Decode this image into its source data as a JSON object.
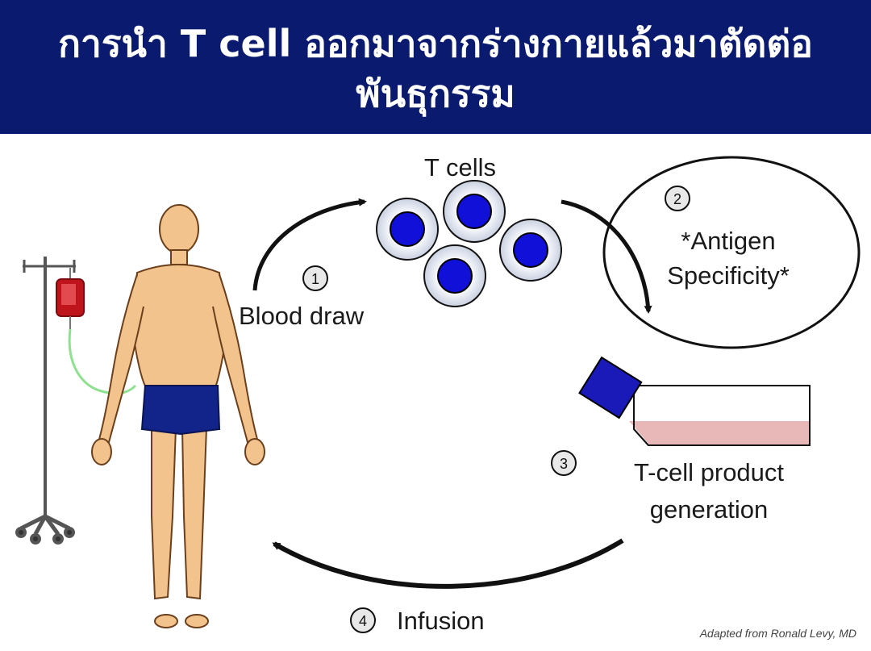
{
  "header": {
    "title_line1": "การนำ T cell ออกมาจากร่างกายแล้วมาตัดต่อ",
    "title_line2": "พันธุกรรม"
  },
  "steps": [
    {
      "number": "1",
      "label": "Blood draw"
    },
    {
      "number": "2",
      "label_line1": "*Antigen",
      "label_line2": "Specificity*"
    },
    {
      "number": "3",
      "label_line1": "T-cell product",
      "label_line2": "generation"
    },
    {
      "number": "4",
      "label": "Infusion"
    }
  ],
  "cells_label": "T cells",
  "credit": "Adapted from Ronald Levy, MD",
  "colors": {
    "header_bg": "#0a1a6e",
    "cell_nucleus": "#1010d8",
    "flask_cap": "#1a1ab8",
    "flask_medium": "#e8b8b8",
    "skin": "#f2c38c",
    "shorts": "#12238a",
    "blood_bag": "#c0141c"
  },
  "icons": [
    "iv-stand-icon",
    "blood-bag-icon",
    "human-figure-icon",
    "t-cell-icon",
    "culture-flask-icon",
    "curved-arrow-icon"
  ]
}
